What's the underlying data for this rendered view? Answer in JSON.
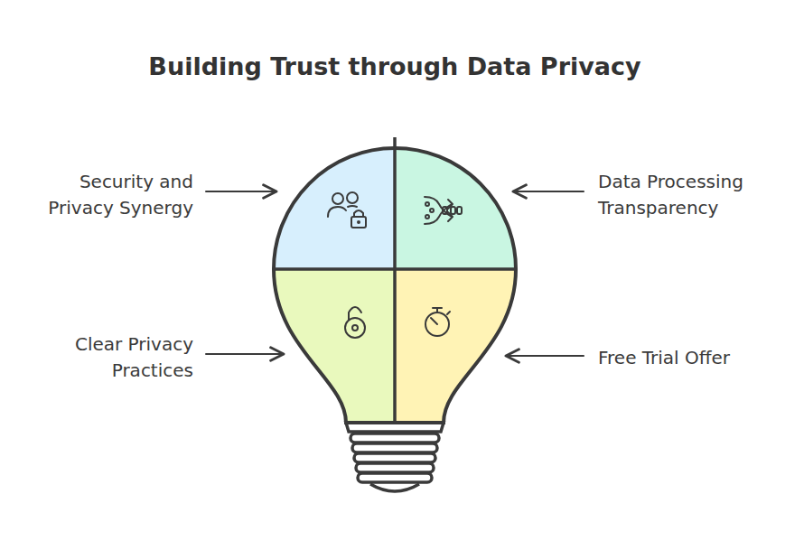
{
  "diagram": {
    "title": "Building Trust through Data Privacy",
    "labels": [
      "Security and Privacy Synergy",
      "Data Processing Transparency",
      "Clear Privacy Practices",
      "Free Trial Offer"
    ]
  }
}
